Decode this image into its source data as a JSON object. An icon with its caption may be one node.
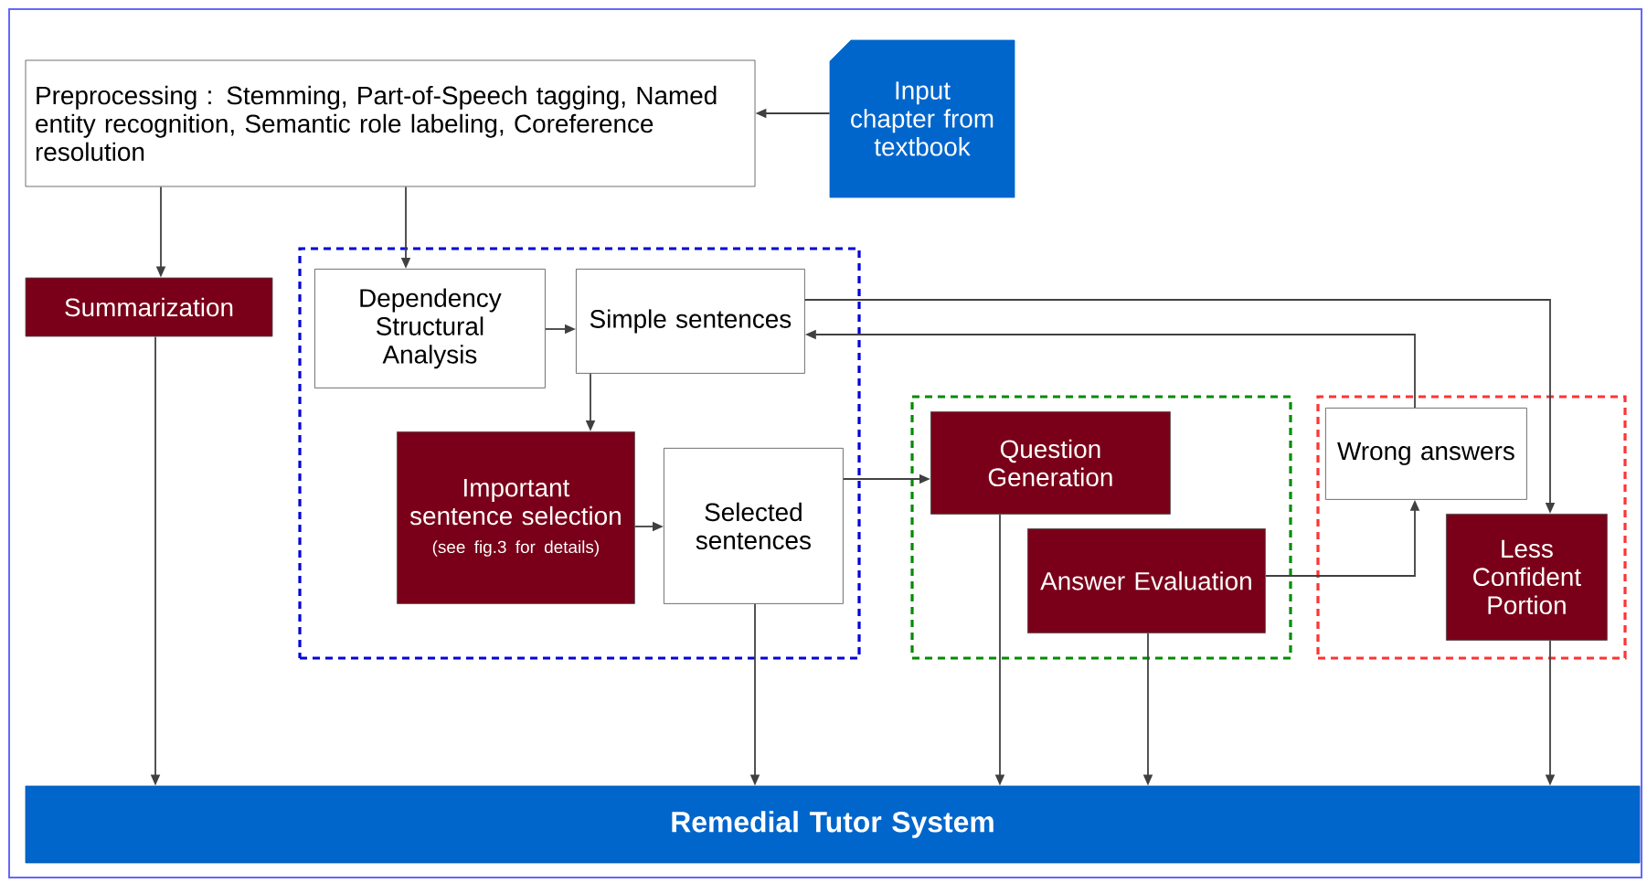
{
  "diagram": {
    "nodes": [
      {
        "text": [
          "Preprocessing : Stemming, Part-of-Speech tagging, Named entity recognition, Semantic role labeling, Coreference resolution"
        ]
      },
      {
        "text": [
          "Input chapter from textbook"
        ]
      },
      {
        "text": [
          "Summarization"
        ]
      },
      {
        "text": [],
        "shape": "box"
      },
      {
        "text": [
          "Dependency Structural Analysis"
        ],
        "in": 3
      },
      {
        "text": [
          "Simple sentences"
        ],
        "in": 3
      },
      {
        "text": [
          "Important sentence selection",
          "(see fig.3 for details)"
        ],
        "in": 3
      },
      {
        "text": [
          "Selected sentences"
        ],
        "in": 3
      },
      {
        "text": [],
        "shape": "box"
      },
      {
        "text": [
          "Question Generation"
        ],
        "in": 8
      },
      {
        "text": [
          "Answer Evaluation"
        ],
        "in": 8
      },
      {
        "text": [],
        "shape": "box"
      },
      {
        "text": [
          "Wrong answers"
        ],
        "in": 11
      },
      {
        "text": [
          "Less Confident Portion"
        ],
        "in": 11
      },
      {
        "text": [
          "Remedial Tutor System"
        ]
      }
    ],
    "edges": [
      {
        "from": 1,
        "to": 0,
        "arrow": "to"
      },
      {
        "from": 0,
        "to": 2,
        "arrow": "to"
      },
      {
        "from": 0,
        "to": 4,
        "arrow": "to"
      },
      {
        "from": 4,
        "to": 5,
        "arrow": "to"
      },
      {
        "from": 5,
        "to": 6,
        "arrow": "to"
      },
      {
        "from": 6,
        "to": 7,
        "arrow": "to"
      },
      {
        "from": 7,
        "to": 9,
        "arrow": "to"
      },
      {
        "from": 12,
        "to": 5,
        "arrow": "to"
      },
      {
        "from": 5,
        "to": 13,
        "arrow": "to"
      },
      {
        "from": 10,
        "to": 12,
        "arrow": "to"
      },
      {
        "from": 2,
        "to": 14,
        "arrow": "to"
      },
      {
        "from": 7,
        "to": 14,
        "arrow": "to"
      },
      {
        "from": 9,
        "to": 14,
        "arrow": "to"
      },
      {
        "from": 10,
        "to": 14,
        "arrow": "to"
      },
      {
        "from": 13,
        "to": 14,
        "arrow": "to"
      }
    ]
  }
}
